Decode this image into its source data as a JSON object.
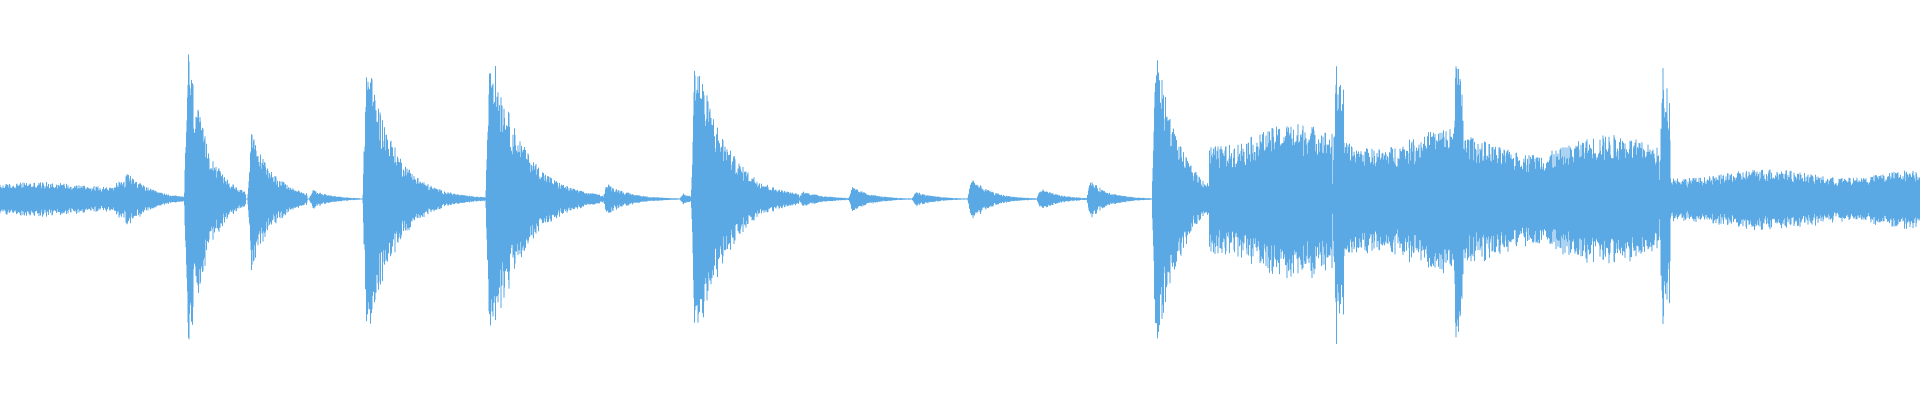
{
  "waveform": {
    "color": "#5aa9e4",
    "background": "#ffffff",
    "baseline_amplitude": 0.003,
    "peak_amplitude": 1.0,
    "segments": [
      {
        "t0": 0.0,
        "t1": 0.06,
        "amp": 0.09,
        "decay": 0.0,
        "kind": "sustain"
      },
      {
        "t0": 0.06,
        "t1": 0.066,
        "amp": 0.13,
        "decay": 0.0,
        "kind": "sustain"
      },
      {
        "t0": 0.064,
        "t1": 0.096,
        "amp": 0.18,
        "decay": 0.012,
        "kind": "hit"
      },
      {
        "t0": 0.096,
        "t1": 0.128,
        "amp": 0.98,
        "decay": 0.01,
        "kind": "hit"
      },
      {
        "t0": 0.129,
        "t1": 0.16,
        "amp": 0.42,
        "decay": 0.012,
        "kind": "hit"
      },
      {
        "t0": 0.161,
        "t1": 0.188,
        "amp": 0.06,
        "decay": 0.01,
        "kind": "hit"
      },
      {
        "t0": 0.189,
        "t1": 0.253,
        "amp": 0.9,
        "decay": 0.014,
        "kind": "hit"
      },
      {
        "t0": 0.253,
        "t1": 0.314,
        "amp": 0.97,
        "decay": 0.016,
        "kind": "hit"
      },
      {
        "t0": 0.314,
        "t1": 0.354,
        "amp": 0.1,
        "decay": 0.012,
        "kind": "hit"
      },
      {
        "t0": 0.354,
        "t1": 0.36,
        "amp": 0.04,
        "decay": 0.006,
        "kind": "hit"
      },
      {
        "t0": 0.36,
        "t1": 0.416,
        "amp": 0.92,
        "decay": 0.016,
        "kind": "hit"
      },
      {
        "t0": 0.416,
        "t1": 0.442,
        "amp": 0.05,
        "decay": 0.012,
        "kind": "hit"
      },
      {
        "t0": 0.442,
        "t1": 0.475,
        "amp": 0.08,
        "decay": 0.01,
        "kind": "hit"
      },
      {
        "t0": 0.475,
        "t1": 0.504,
        "amp": 0.05,
        "decay": 0.01,
        "kind": "hit"
      },
      {
        "t0": 0.504,
        "t1": 0.54,
        "amp": 0.14,
        "decay": 0.01,
        "kind": "hit"
      },
      {
        "t0": 0.54,
        "t1": 0.566,
        "amp": 0.07,
        "decay": 0.01,
        "kind": "hit"
      },
      {
        "t0": 0.566,
        "t1": 0.6,
        "amp": 0.12,
        "decay": 0.01,
        "kind": "hit"
      },
      {
        "t0": 0.6,
        "t1": 0.63,
        "amp": 0.97,
        "decay": 0.012,
        "kind": "hit"
      },
      {
        "t0": 0.63,
        "t1": 0.694,
        "amp": 0.4,
        "decay": 0.0,
        "kind": "sustain"
      },
      {
        "t0": 0.694,
        "t1": 0.7,
        "amp": 0.88,
        "decay": 0.014,
        "kind": "hit"
      },
      {
        "t0": 0.7,
        "t1": 0.758,
        "amp": 0.38,
        "decay": 0.0,
        "kind": "sustain"
      },
      {
        "t0": 0.756,
        "t1": 0.762,
        "amp": 0.9,
        "decay": 0.014,
        "kind": "hit"
      },
      {
        "t0": 0.762,
        "t1": 0.864,
        "amp": 0.34,
        "decay": 0.0,
        "kind": "sustain"
      },
      {
        "t0": 0.864,
        "t1": 0.87,
        "amp": 0.82,
        "decay": 0.014,
        "kind": "hit"
      },
      {
        "t0": 0.87,
        "t1": 1.0,
        "amp": 0.16,
        "decay": 0.0,
        "kind": "sustain"
      }
    ]
  }
}
